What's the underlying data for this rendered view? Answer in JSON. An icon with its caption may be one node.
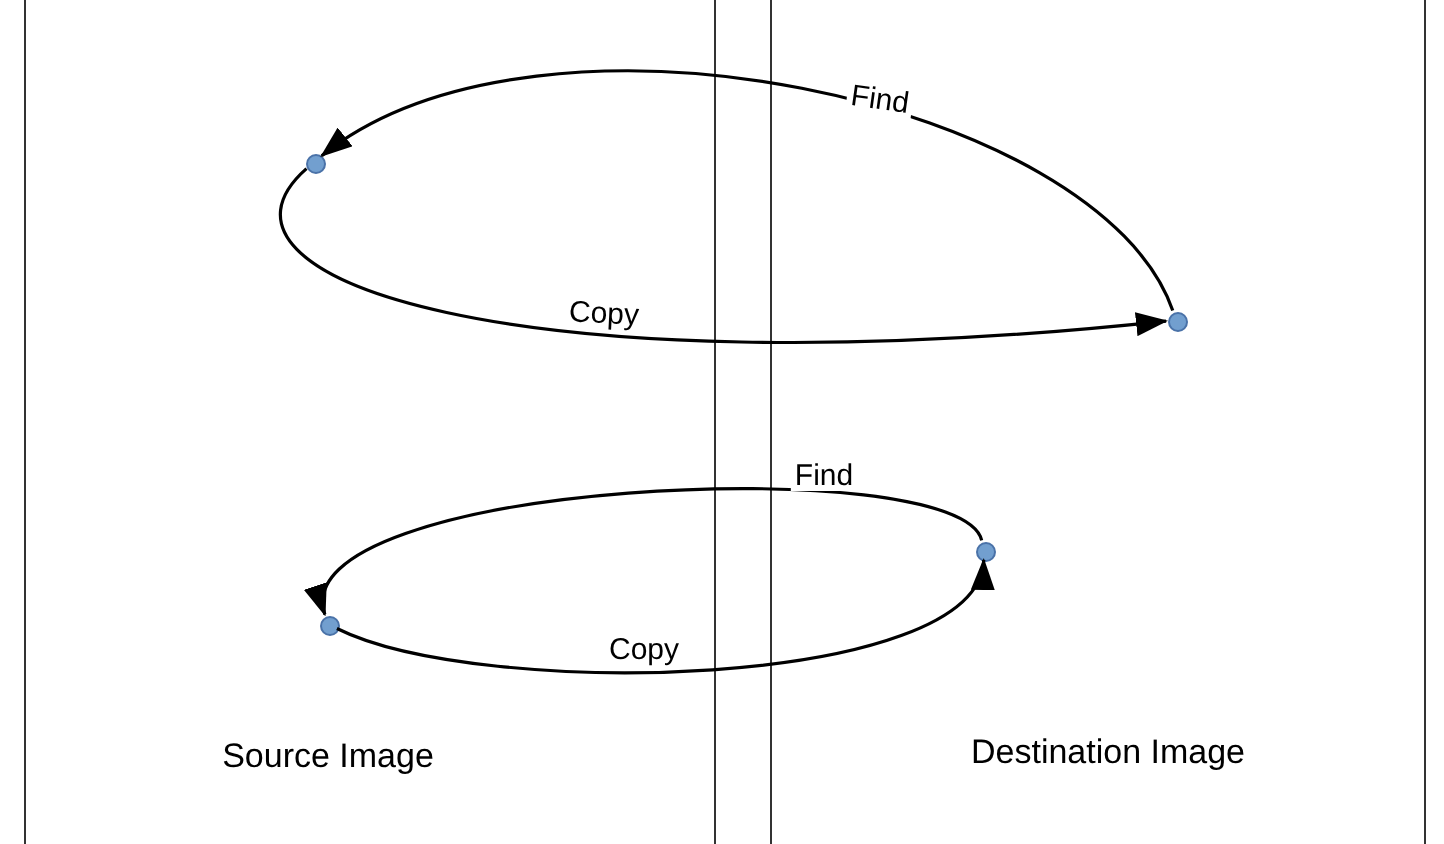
{
  "diagram": {
    "nodes": [
      {
        "text": [
          "Source Image"
        ]
      },
      {
        "text": [
          "Destination Image"
        ]
      },
      {
        "text": [],
        "shape": "circle",
        "in": 0
      },
      {
        "text": [],
        "shape": "circle",
        "in": 1
      },
      {
        "text": [],
        "shape": "circle",
        "in": 0
      },
      {
        "text": [],
        "shape": "circle",
        "in": 1
      }
    ],
    "edges": [
      {
        "from": 3,
        "to": 2,
        "arrow": "to",
        "label": "Find"
      },
      {
        "from": 2,
        "to": 3,
        "arrow": "to",
        "label": "Copy"
      },
      {
        "from": 5,
        "to": 4,
        "arrow": "to",
        "label": "Find"
      },
      {
        "from": 4,
        "to": 5,
        "arrow": "to",
        "label": "Copy"
      }
    ]
  }
}
